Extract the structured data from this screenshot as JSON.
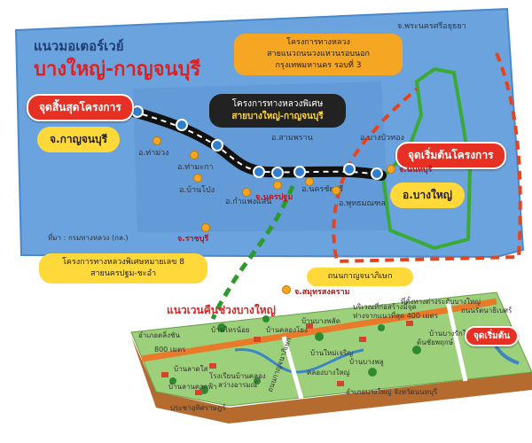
{
  "title": {
    "line1": "แนวมอเตอร์เวย์",
    "line2": "บางใหญ่-กาญจนบุรี"
  },
  "tags": {
    "end_point": "จุดสิ้นสุดโครงการ",
    "start_point": "จุดเริ่มต้นโครงการ",
    "kanchanaburi": "จ.กาญจนบุรี",
    "bang_yai": "อ.บางใหญ่"
  },
  "callouts": {
    "special_highway": [
      "โครงการทางหลวงพิเศษ",
      "สายบางใหญ่-กาญจนบุรี"
    ],
    "ring_road": [
      "โครงการทางหลวง",
      "สายแนวถนนวงแหวนรอบนอกกรุงเทพมหานคร รอบที่ 3"
    ],
    "route8": [
      "โครงการทางหลวงพิเศษหมายเลข 8",
      "สายนครปฐม-ชะอำ"
    ],
    "kanchanaphisek": "ถนนกาญจนาภิเษก"
  },
  "places": {
    "tha_muang": "อ.ท่าม่วง",
    "tha_maka": "อ.ท่ามะกา",
    "ban_pong": "อ.บ้านโป่ง",
    "kamphaeng_saen": "อ.กำแพงแสน",
    "sam_phran": "อ.สามพราน",
    "nakhon_chai_si": "อ.นครชัยศรี",
    "phutthamonthon": "อ.พุทธมณฑล",
    "bang_bua_thong": "อ.บางบัวทอง",
    "nakhon_pathom": "จ.นครปฐม",
    "nonthaburi": "จ.นนทบุรี",
    "ratchaburi": "จ.ราชบุรี",
    "samut_songkhram": "จ.สมุทรสงคราม",
    "ayutthaya": "จ.พระนครศรีอยุธยา"
  },
  "source": "ที่มา : กรมทางหลวง (กล.)",
  "inset": {
    "title": "แนวเวนคืนช่วงบางใหญ่",
    "labels": {
      "taling_chan": "อำเภอตลิ่งชัน",
      "dist_800": "800 เมตร",
      "ban_lat_sai": "บ้านลาดใส",
      "ban_lan_tak_fa": "บ้านลานตากฟ้า",
      "school": "โรงเรียนบ้านคลอง",
      "sawang": "สว่างอารมณ์",
      "ban_mai_tai": "บ้านไทรน้อย",
      "ban_khlong_yong": "บ้านคลองโยง",
      "ban_bang_phlat": "บ้านบางพลัด",
      "ban_khlong_lek": "บ้านใหม่เจริญ",
      "khlong_bang_yai": "คลองบางใหญ่",
      "ban_bang_phlu": "บ้านบางพลู",
      "kanchana_road": "ถนนกาญจนาภิเษก",
      "ton_chaiyaphruek": "ต้นชัยพฤกษ์",
      "development_area": "บริเวณที่ก่อสร้างมีจุด",
      "nearest": "ห่างจากแนวที่สุด 400 เมตร",
      "interchange_area": "ที่ตั้งทางต่างระดับบางใหญ่",
      "ratchaphruek_road": "ถนนรัตนาธิเบศร์",
      "ban_bang_rak": "บ้านบางรักใหญ่",
      "start": "จุดเริ่มต้น",
      "district_bang_yai": "อำเภอบางใหญ่ จังหวัดนนทบุรี",
      "pracha_uthit": "ประชาอุทิศราษฎร์"
    }
  },
  "colors": {
    "map_bg": "#6aa3de",
    "map_edge": "#4a88cc",
    "motorway": "#111111",
    "lane_marks": "#ffffff",
    "node": "#2f7fd0",
    "ring_road": "#e8441c",
    "route8": "#2e9a2e",
    "nonthaburi_border": "#3aaa35",
    "inset_land": "#9cd07a"
  }
}
